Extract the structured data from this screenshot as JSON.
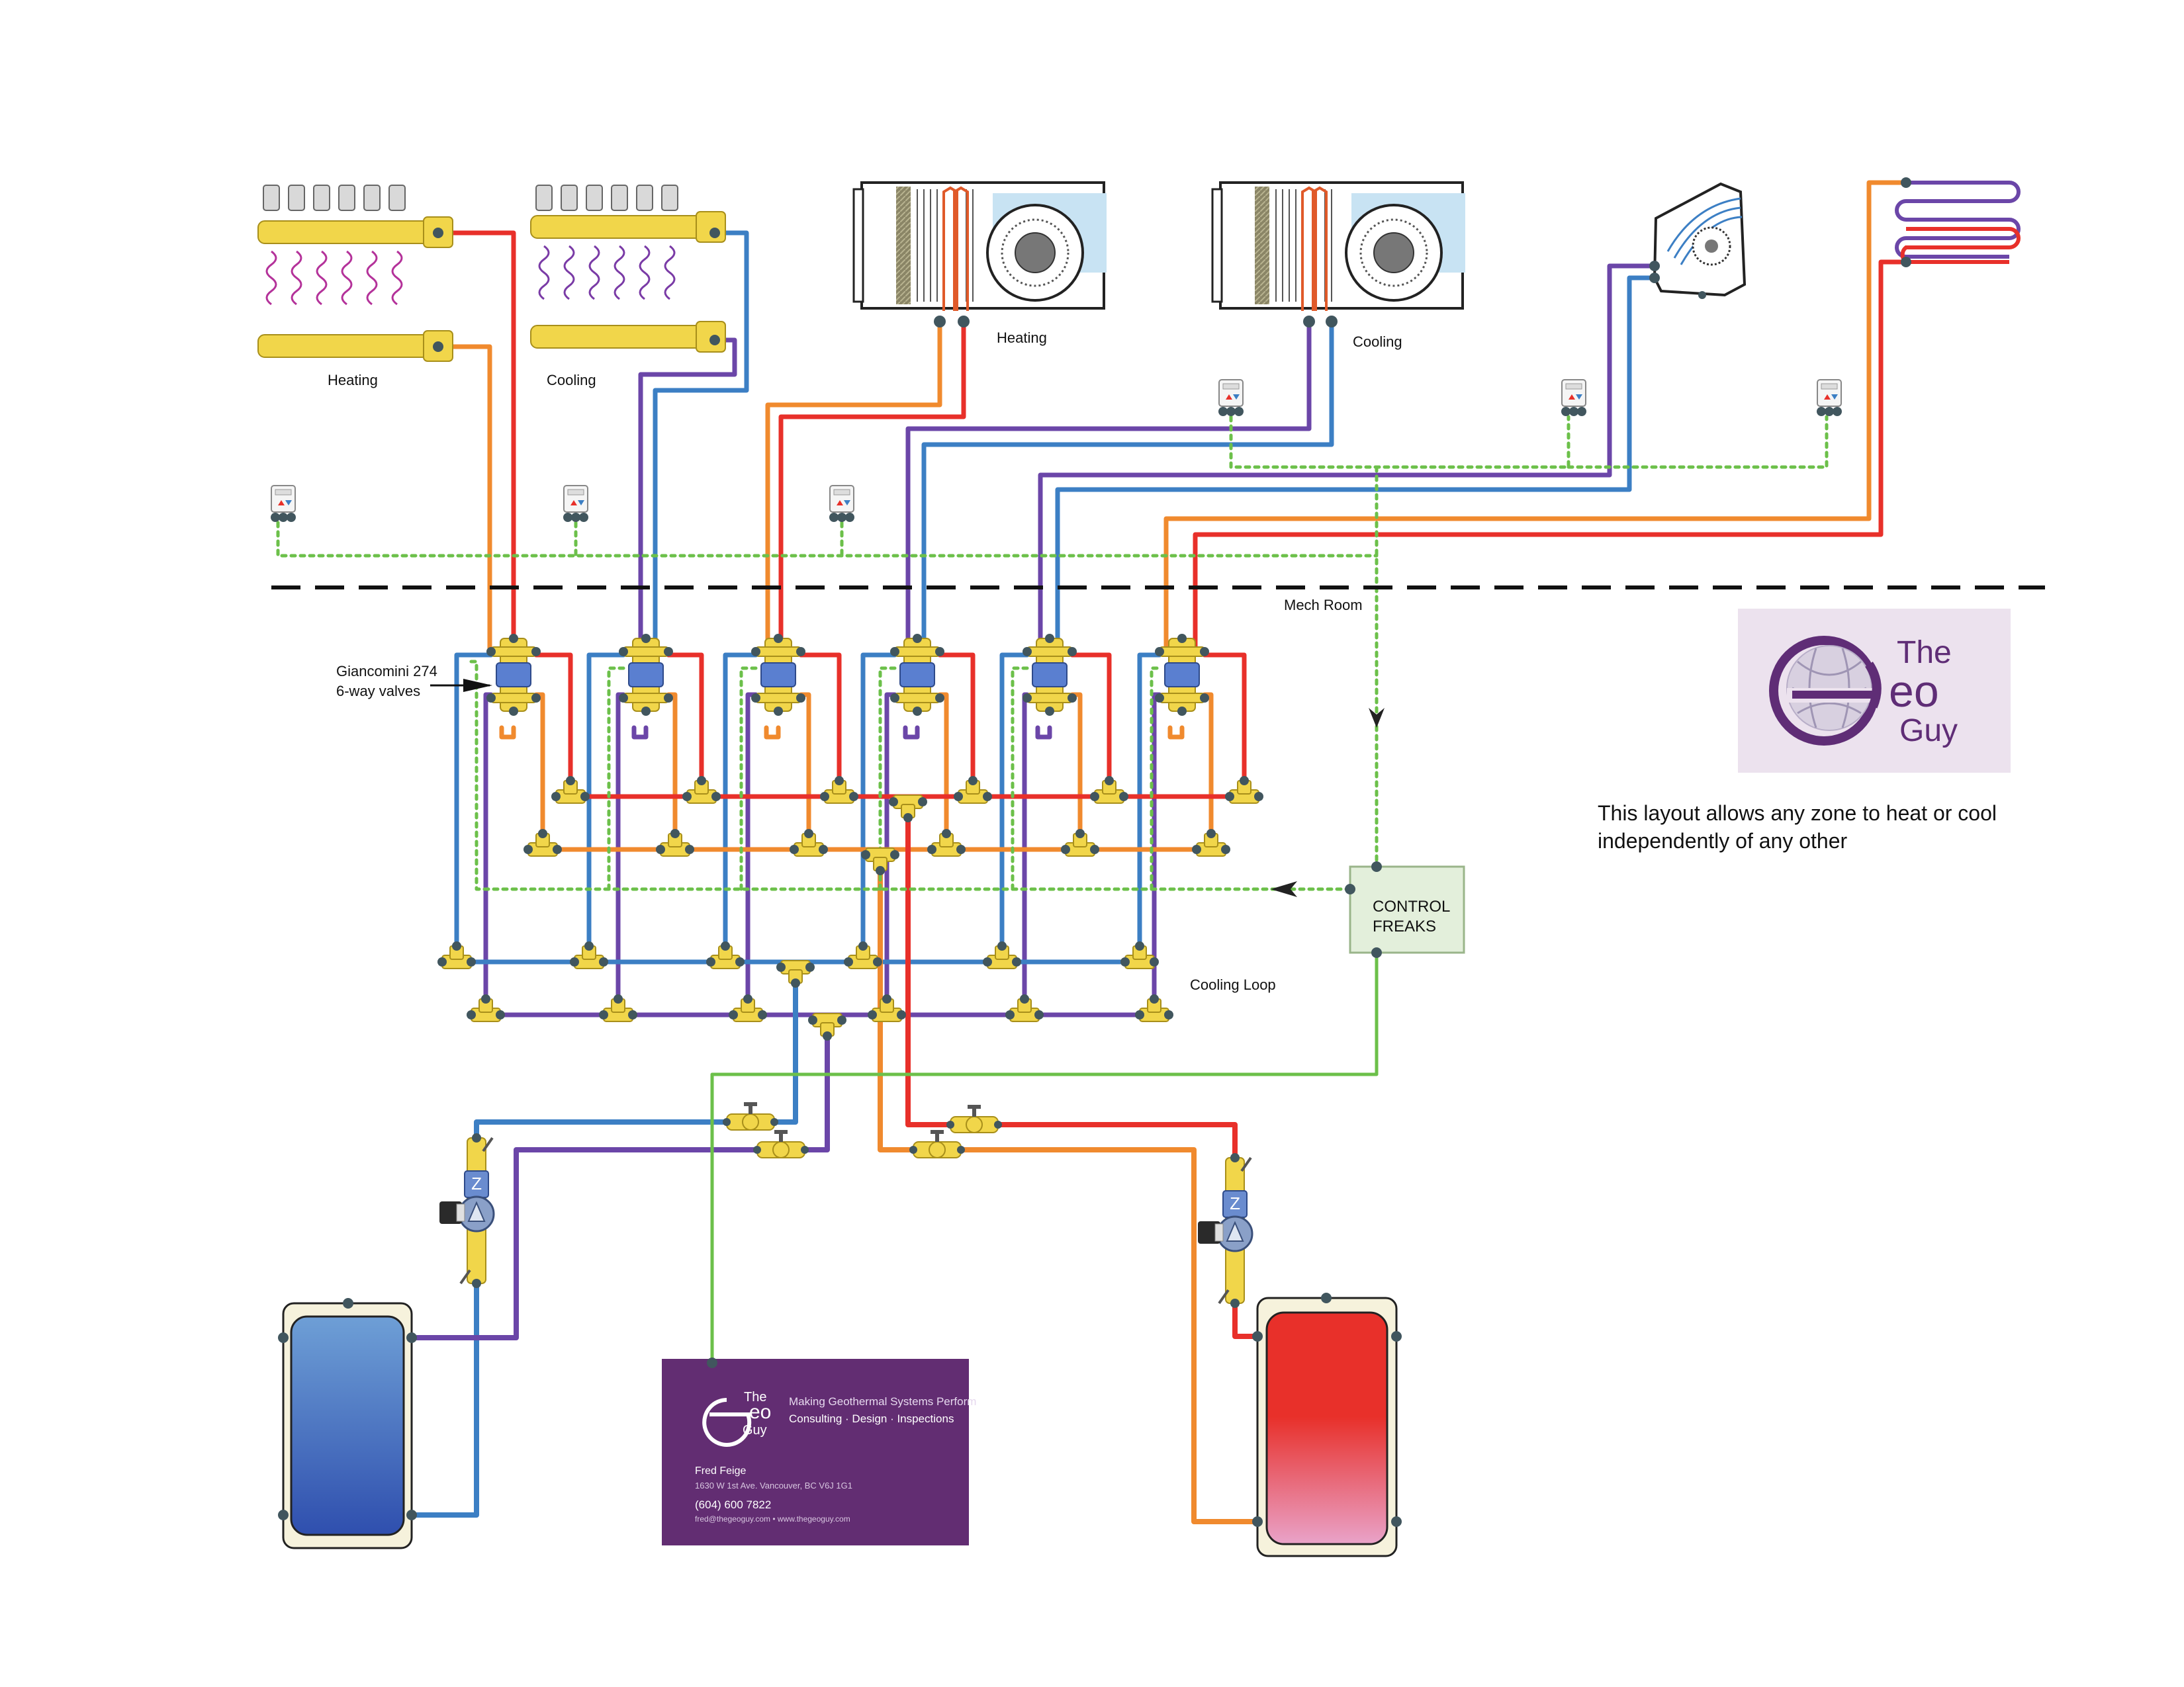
{
  "labels": {
    "manifold_heating": "Heating",
    "manifold_cooling": "Cooling",
    "fancoil_heating": "Heating",
    "fancoil_cooling": "Cooling",
    "mech_room": "Mech Room",
    "valves_line1": "Giancomini 274",
    "valves_line2": "6-way valves",
    "cooling_loop": "Cooling Loop",
    "control_line1": "CONTROL",
    "control_line2": "FREAKS",
    "description_line1": "This layout allows any zone to heat or cool",
    "description_line2": "independently of any other"
  },
  "logo": {
    "the": "The",
    "eo": "eo",
    "guy": "Guy"
  },
  "card": {
    "the": "The",
    "eo": "eo",
    "guy": "Guy",
    "tagline": "Making Geothermal Systems Perform",
    "services": "Consulting · Design · Inspections",
    "name": "Fred Feige",
    "address": "1630 W 1st Ave. Vancouver, BC V6J 1G1",
    "phone": "(604) 600 7822",
    "web": "fred@thegeoguy.com • www.thegeoguy.com"
  },
  "colors": {
    "hot_supply": "#e8302a",
    "hot_return": "#f08a2e",
    "cold_supply": "#3c7fc4",
    "cold_return": "#6b46a8",
    "control_wire": "#6cc04a",
    "fitting": "#f1d64a",
    "brand_purple": "#5f2d76"
  }
}
